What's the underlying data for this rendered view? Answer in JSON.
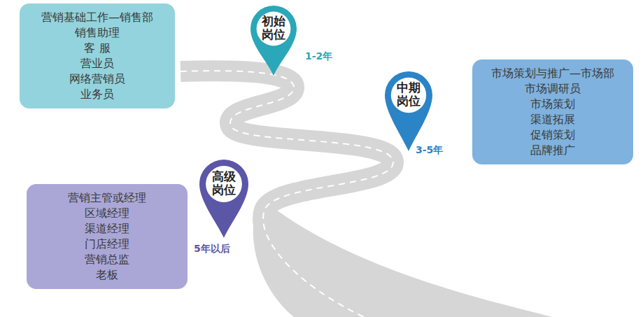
{
  "diagram": {
    "nodes": [
      {
        "text": [
          "营销基础工作—销售部",
          "销售助理",
          "客 服",
          "营业员",
          "网络营销员",
          "业务员"
        ]
      },
      {
        "text": [
          "初始岗位"
        ]
      },
      {
        "text": [
          "中期岗位"
        ]
      },
      {
        "text": [
          "市场策划与推广—市场部",
          "市场调研员",
          "市场策划",
          "渠道拓展",
          "促销策划",
          "品牌推广"
        ]
      },
      {
        "text": [
          "高级岗位"
        ]
      },
      {
        "text": [
          "营销主管或经理",
          "区域经理",
          "渠道经理",
          "门店经理",
          "营销总监",
          "老板"
        ]
      }
    ],
    "labels": [
      "1-2年",
      "3-5年",
      "5年以后"
    ]
  }
}
